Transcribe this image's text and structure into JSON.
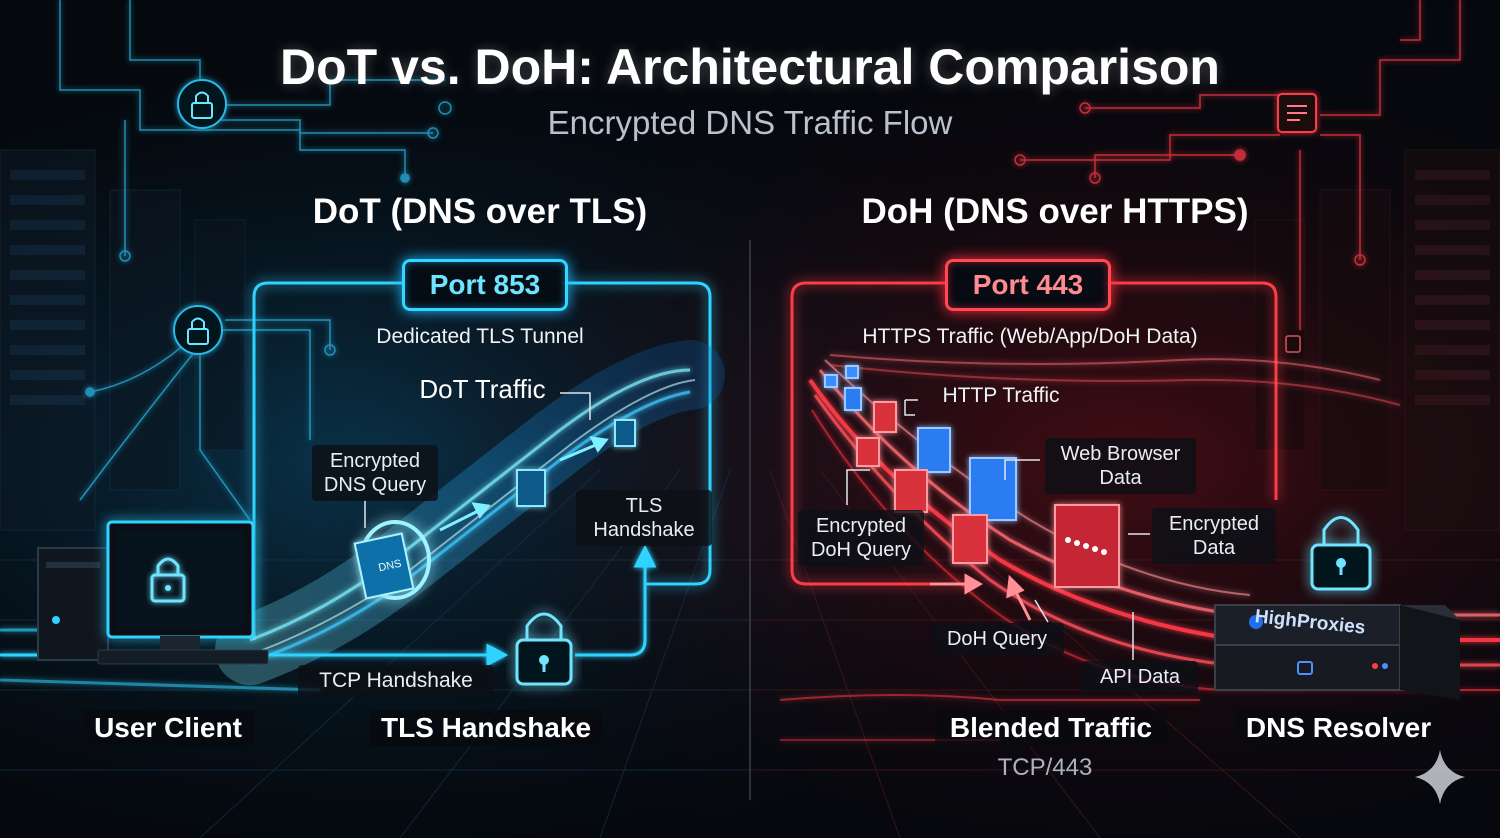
{
  "title": "DoT vs. DoH: Architectural Comparison",
  "subtitle": "Encrypted DNS Traffic Flow",
  "dot": {
    "heading": "DoT (DNS over TLS)",
    "port": "Port 853",
    "tunnel": "Dedicated TLS Tunnel",
    "traffic": "DoT Traffic",
    "query_line1": "Encrypted",
    "query_line2": "DNS Query",
    "tls_line1": "TLS",
    "tls_line2": "Handshake",
    "tcp": "TCP Handshake",
    "packet_label": "DNS",
    "color": "#2fd3ff"
  },
  "doh": {
    "heading": "DoH (DNS over HTTPS)",
    "port": "Port 443",
    "https": "HTTPS Traffic (Web/App/DoH Data)",
    "http": "HTTP Traffic",
    "web_line1": "Web Browser",
    "web_line2": "Data",
    "query_line1": "Encrypted",
    "query_line2": "DoH Query",
    "data_line1": "Encrypted",
    "data_line2": "Data",
    "doh_query": "DoH Query",
    "api": "API Data",
    "color": "#ff3b47"
  },
  "bottom": {
    "user_client": "User Client",
    "tls_handshake": "TLS Handshake",
    "blended": "Blended Traffic",
    "blended_sub": "TCP/443",
    "resolver": "DNS Resolver"
  },
  "server_brand": "HighProxies"
}
